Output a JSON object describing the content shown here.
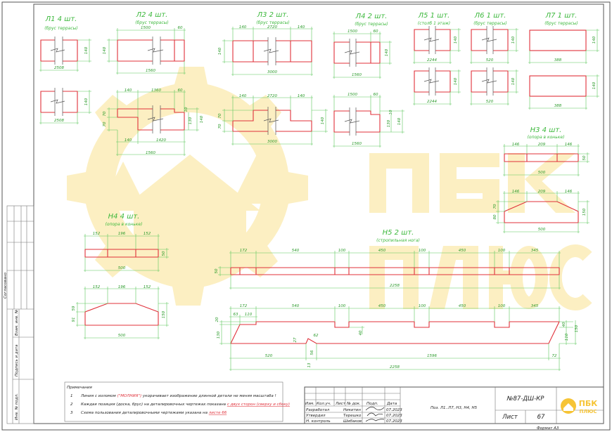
{
  "watermark": {
    "line1": "ПБК",
    "line2": "ПЛЮС"
  },
  "parts": {
    "l1": {
      "title": "Л1 4 шт.",
      "subtitle": "(брус террасы)",
      "h": "140",
      "len": "2508"
    },
    "l2": {
      "title": "Л2 4 шт.",
      "subtitle": "(брус террасы)",
      "a": "1500",
      "b": "60",
      "h": "140",
      "len": "1560",
      "c1": "140",
      "c2": "1360",
      "c3": "60",
      "d1": "140",
      "d2": "1420",
      "s1": "70",
      "s2": "70",
      "s3": "10",
      "s4": "130"
    },
    "l3": {
      "title": "Л3 2 шт.",
      "subtitle": "(брус террасы)",
      "a": "140",
      "b": "2720",
      "c": "140",
      "h": "140",
      "len": "3000",
      "s1": "70",
      "s2": "70"
    },
    "l4": {
      "title": "Л4 2 шт.",
      "subtitle": "(брус террасы)",
      "a": "1500",
      "b": "60",
      "h": "140",
      "len": "1560",
      "s3": "10",
      "s4": "130"
    },
    "l5": {
      "title": "Л5 1 шт.",
      "subtitle": "(столб 1 этаж)",
      "h": "140",
      "len": "2244"
    },
    "l6": {
      "title": "Л6 1 шт.",
      "subtitle": "(брус террасы)",
      "h": "140",
      "len": "520"
    },
    "l7": {
      "title": "Л7 1 шт.",
      "subtitle": "(брус террасы)",
      "h": "140",
      "len": "388"
    },
    "n3": {
      "title": "Н3 4 шт.",
      "subtitle": "(опора в коньке)",
      "a": "146",
      "b": "209",
      "c": "146",
      "t": "50",
      "len": "500",
      "h": "150",
      "s1": "70",
      "s2": "80"
    },
    "n4": {
      "title": "Н4 4 шт.",
      "subtitle": "(опора в коньке)",
      "a": "152",
      "b": "196",
      "c": "152",
      "t": "50",
      "len": "500",
      "h": "150",
      "s1": "59",
      "s2": "91"
    },
    "n5": {
      "title": "Н5 2 шт.",
      "subtitle": "(стропильная нога)",
      "top": [
        "172",
        "540",
        "100",
        "450",
        "100",
        "450",
        "100",
        "345"
      ],
      "t": "50",
      "len": "2258",
      "a": "63",
      "b": "110",
      "s1": "20",
      "s2": "130",
      "cut": "40",
      "r1": "40",
      "r2": "110",
      "r3": "150",
      "n1": "27",
      "n2": "62",
      "n3": "56",
      "n4": "13",
      "bot1": "520",
      "bot2": "1596",
      "bot3": "72"
    }
  },
  "notes": {
    "title": "Примечания",
    "items": [
      {
        "num": "1",
        "pre": "Линия с изломом ",
        "hl": "(\"МОЛНИЯ\")",
        "post": " укорачивает изображение длинной детали не меняя масштаба !"
      },
      {
        "num": "2",
        "pre": "Каждая позиция (доска, брус) на деталировочных чертежах показана ",
        "hl": "с двух сторон (сверху и сбоку)",
        "post": ""
      },
      {
        "num": "3",
        "pre": "Схема пользования деталировочными чертежами указана на ",
        "hl": "листе 66",
        "post": ""
      }
    ]
  },
  "side_stamp": {
    "agreed": "Согласовано",
    "inv_orig": "Инв. № подл.",
    "sign_date": "Подпись и дата",
    "replace_inv": "Взам. инв. №"
  },
  "title_block": {
    "headers": [
      "Изм.",
      "Кол.уч.",
      "Лист",
      "№ док.",
      "Подп.",
      "Дата"
    ],
    "rows": [
      {
        "role": "Разработал",
        "name": "Никитин",
        "date": "07.2023"
      },
      {
        "role": "Утвердил",
        "name": "Терешко",
        "date": "07.2023"
      },
      {
        "role": "Н. контроль",
        "name": "Шибаков",
        "date": "07.2023"
      }
    ],
    "description": "Поз. Л1..Л7, Н3, Н4, Н5",
    "doc_code": "№87-ДШ-КР",
    "sheet_label": "Лист",
    "sheet_number": "67",
    "logo_line1": "ПБК",
    "logo_line2": "ПЛЮС",
    "format": "Формат А3"
  },
  "colors": {
    "part": "#e0303a",
    "dim": "#5cc75c",
    "watermark": "#fcefc2",
    "logo": "#f6c436"
  }
}
